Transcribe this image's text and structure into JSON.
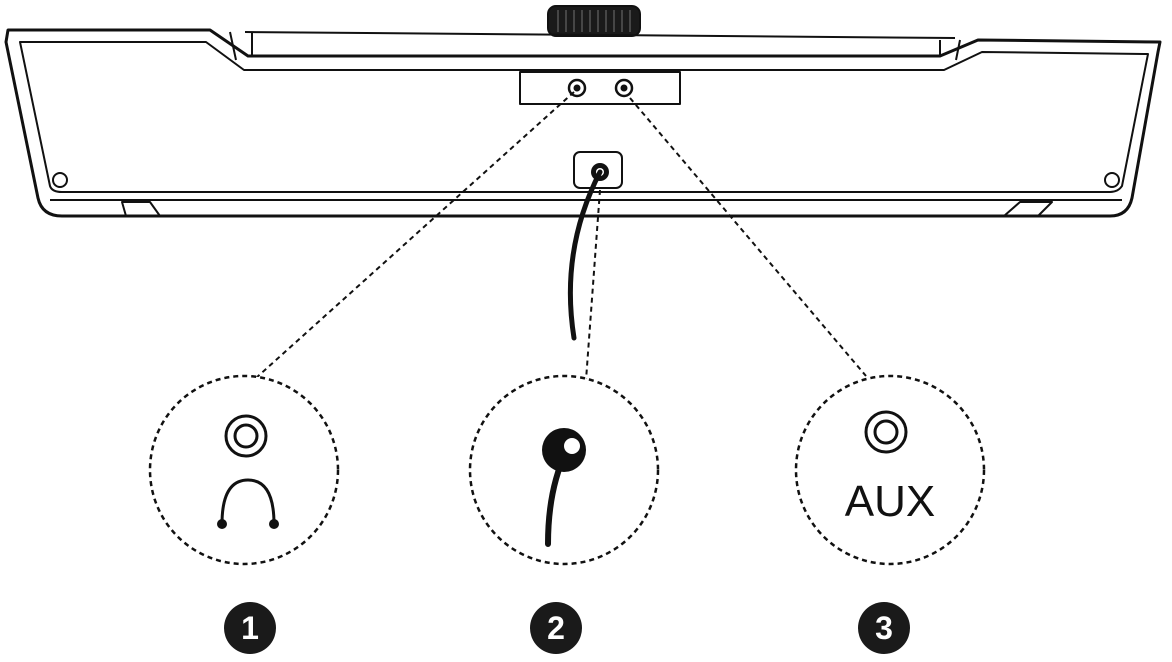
{
  "colors": {
    "line": "#111111",
    "background": "#ffffff",
    "badge": "#1a1a1a",
    "badge_text": "#ffffff"
  },
  "device": {
    "name_icon": "soundbar-back-view",
    "knob_icon": "volume-knob-icon",
    "ports_icon": "audio-jack-panel-icon",
    "cable_icon": "power-cable-icon"
  },
  "callouts": [
    {
      "id": "1",
      "badge": "1",
      "icon": "headphone-jack-icon",
      "label": ""
    },
    {
      "id": "2",
      "badge": "2",
      "icon": "power-cable-icon",
      "label": ""
    },
    {
      "id": "3",
      "badge": "3",
      "icon": "aux-jack-icon",
      "label": "AUX"
    }
  ]
}
